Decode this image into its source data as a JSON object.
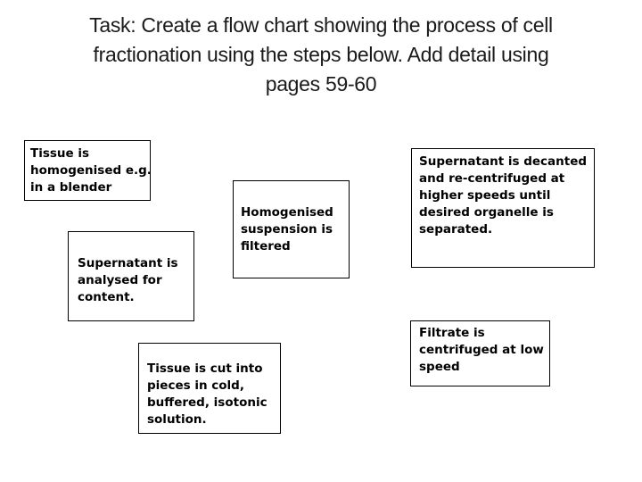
{
  "slide": {
    "title": "Task: Create a flow chart showing the process of cell\nfractionation using the steps below. Add detail using\npages 59-60",
    "boxes": [
      {
        "id": "tissue-homogenised",
        "text": "Tissue is\nhomogenised e.g.\nin a blender"
      },
      {
        "id": "homogenised-filtered",
        "text": "Homogenised\nsuspension is\nfiltered"
      },
      {
        "id": "supernatant-analysed",
        "text": "Supernatant is\nanalysed for\ncontent."
      },
      {
        "id": "supernatant-decanted",
        "text": "Supernatant is decanted\nand re-centrifuged at\nhigher speeds until\ndesired organelle is\nseparated."
      },
      {
        "id": "filtrate-centrifuged",
        "text": "Filtrate is\ncentrifuged at low\nspeed"
      },
      {
        "id": "tissue-cut",
        "text": "Tissue is cut into\npieces in cold,\nbuffered, isotonic\nsolution."
      }
    ],
    "colors": {
      "background": "#ffffff",
      "title_text": "#1a1a1a",
      "box_text": "#000000",
      "box_border": "#000000"
    }
  }
}
